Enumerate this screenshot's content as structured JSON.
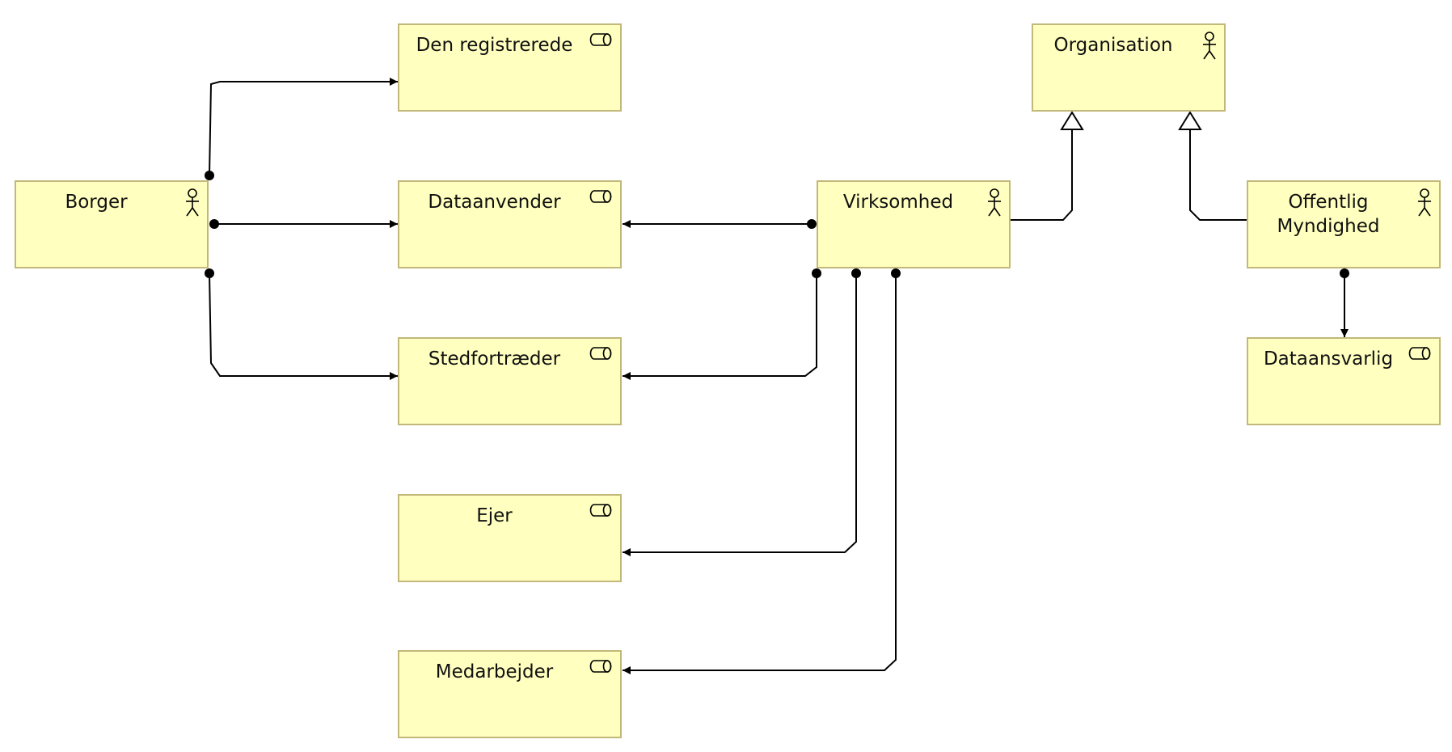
{
  "diagram": {
    "actors": [
      {
        "id": "borger",
        "label": "Borger"
      },
      {
        "id": "virksomhed",
        "label": "Virksomhed"
      },
      {
        "id": "organisation",
        "label": "Organisation"
      },
      {
        "id": "offentlig",
        "label": "Offentlig Myndighed"
      }
    ],
    "roles": [
      {
        "id": "den-registrerede",
        "label": "Den registrerede"
      },
      {
        "id": "dataanvender",
        "label": "Dataanvender"
      },
      {
        "id": "stedfortraeder",
        "label": "Stedfortræder"
      },
      {
        "id": "ejer",
        "label": "Ejer"
      },
      {
        "id": "medarbejder",
        "label": "Medarbejder"
      },
      {
        "id": "dataansvarlig",
        "label": "Dataansvarlig"
      }
    ],
    "relations": [
      {
        "from": "borger",
        "to": "den-registrerede",
        "type": "assignment"
      },
      {
        "from": "borger",
        "to": "dataanvender",
        "type": "assignment"
      },
      {
        "from": "borger",
        "to": "stedfortraeder",
        "type": "assignment"
      },
      {
        "from": "virksomhed",
        "to": "dataanvender",
        "type": "assignment"
      },
      {
        "from": "virksomhed",
        "to": "stedfortraeder",
        "type": "assignment"
      },
      {
        "from": "virksomhed",
        "to": "ejer",
        "type": "assignment"
      },
      {
        "from": "virksomhed",
        "to": "medarbejder",
        "type": "assignment"
      },
      {
        "from": "offentlig",
        "to": "dataansvarlig",
        "type": "assignment"
      },
      {
        "from": "virksomhed",
        "to": "organisation",
        "type": "specialization"
      },
      {
        "from": "offentlig",
        "to": "organisation",
        "type": "specialization"
      }
    ],
    "colors": {
      "fill": "#ffffbf",
      "border": "#c1b87a",
      "line": "#000000"
    }
  }
}
